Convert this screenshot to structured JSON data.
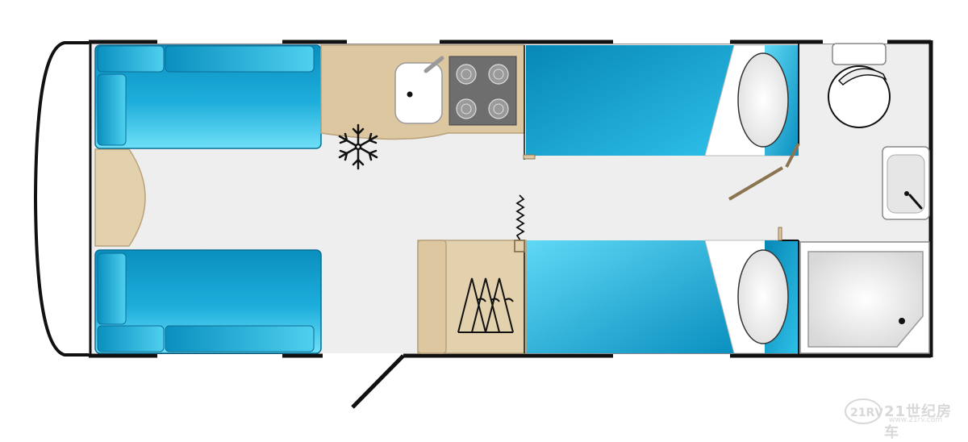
{
  "diagram": {
    "kind": "caravan-floor-plan",
    "colors": {
      "wall": "#111111",
      "floor": "#eeeeee",
      "upholstery_light": "#4fd0ef",
      "upholstery_dark": "#0a8fbf",
      "wood": "#e3d0ad",
      "counter": "#dcc7a0",
      "hob": "#6e6e6e",
      "white": "#ffffff",
      "window": "#ffffff"
    },
    "areas": [
      {
        "name": "front-lounge",
        "items": [
          "sofa-left",
          "sofa-right",
          "front-chest"
        ]
      },
      {
        "name": "kitchen",
        "items": [
          "sink",
          "hob",
          "fridge"
        ]
      },
      {
        "name": "twin-beds",
        "items": [
          "bed-offside",
          "bed-nearside",
          "pillows"
        ]
      },
      {
        "name": "wardrobe",
        "items": [
          "hangers"
        ]
      },
      {
        "name": "washroom",
        "items": [
          "toilet",
          "basin",
          "shower"
        ]
      }
    ],
    "icons": [
      "snowflake-icon",
      "hanger-icon",
      "mirror-icon"
    ]
  },
  "watermark": {
    "logo": "21RV",
    "text": "21世纪房车",
    "url": "www.21rv.com"
  }
}
